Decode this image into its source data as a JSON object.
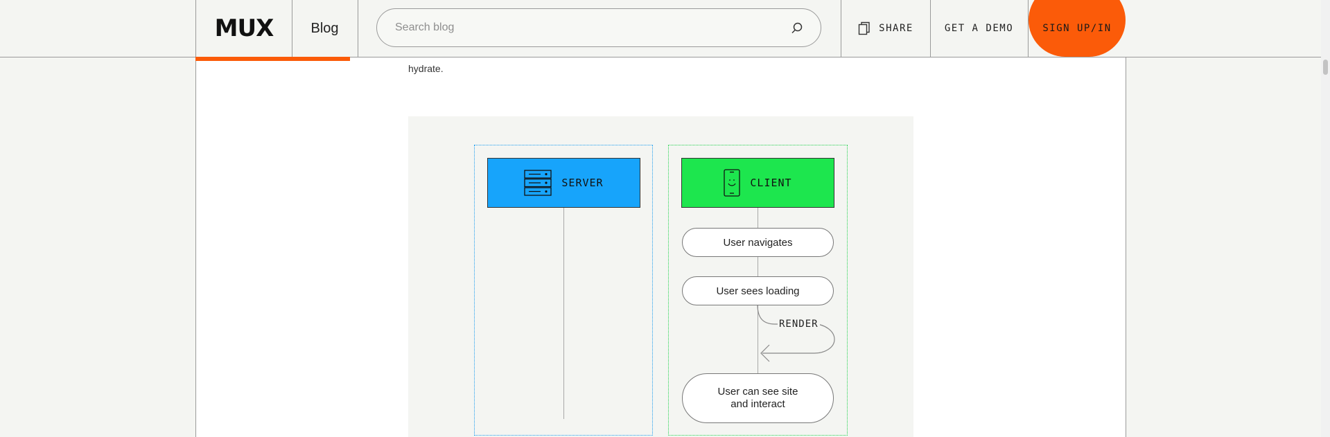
{
  "header": {
    "logo": "MUX",
    "blog_label": "Blog",
    "search": {
      "placeholder": "Search blog",
      "value": ""
    },
    "share_label": "SHARE",
    "demo_label": "GET A DEMO",
    "sign_label": "SIGN UP/IN"
  },
  "article": {
    "paragraph_tail": "hydrate."
  },
  "diagram": {
    "server_label": "SERVER",
    "client_label": "CLIENT",
    "steps": [
      "User navigates",
      "User sees loading",
      "User can see site",
      "and interact"
    ],
    "render_label": "RENDER"
  },
  "colors": {
    "accent": "#fb5b09",
    "server": "#17a4fb",
    "client": "#1de64e",
    "page_bg": "#f4f5f2"
  },
  "icons": [
    "search-icon",
    "share-icon",
    "server-icon",
    "phone-icon"
  ]
}
